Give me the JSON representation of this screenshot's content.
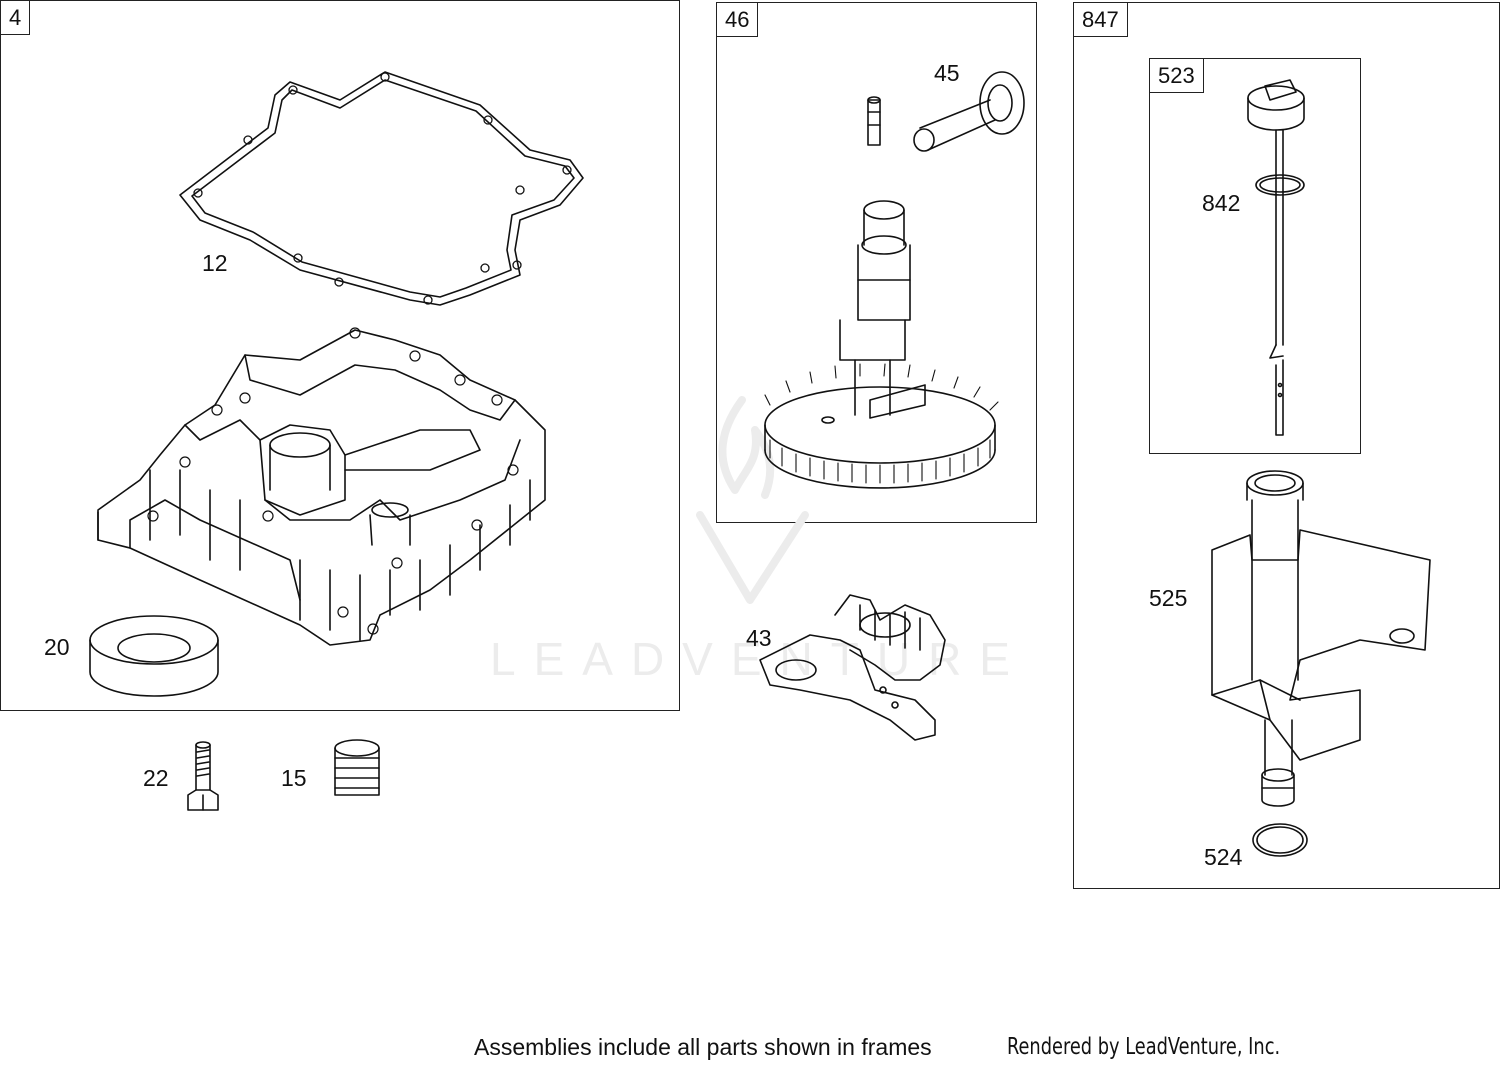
{
  "frames": {
    "f4": {
      "tag": "4"
    },
    "f46": {
      "tag": "46"
    },
    "f847": {
      "tag": "847"
    },
    "f523": {
      "tag": "523"
    }
  },
  "callouts": {
    "c12": "12",
    "c20": "20",
    "c22": "22",
    "c15": "15",
    "c45": "45",
    "c43": "43",
    "c842": "842",
    "c525": "525",
    "c524": "524"
  },
  "watermark": "LEADVENTURE",
  "footer": {
    "note": "Assemblies include all parts shown in frames",
    "credit": "Rendered by LeadVenture, Inc."
  }
}
